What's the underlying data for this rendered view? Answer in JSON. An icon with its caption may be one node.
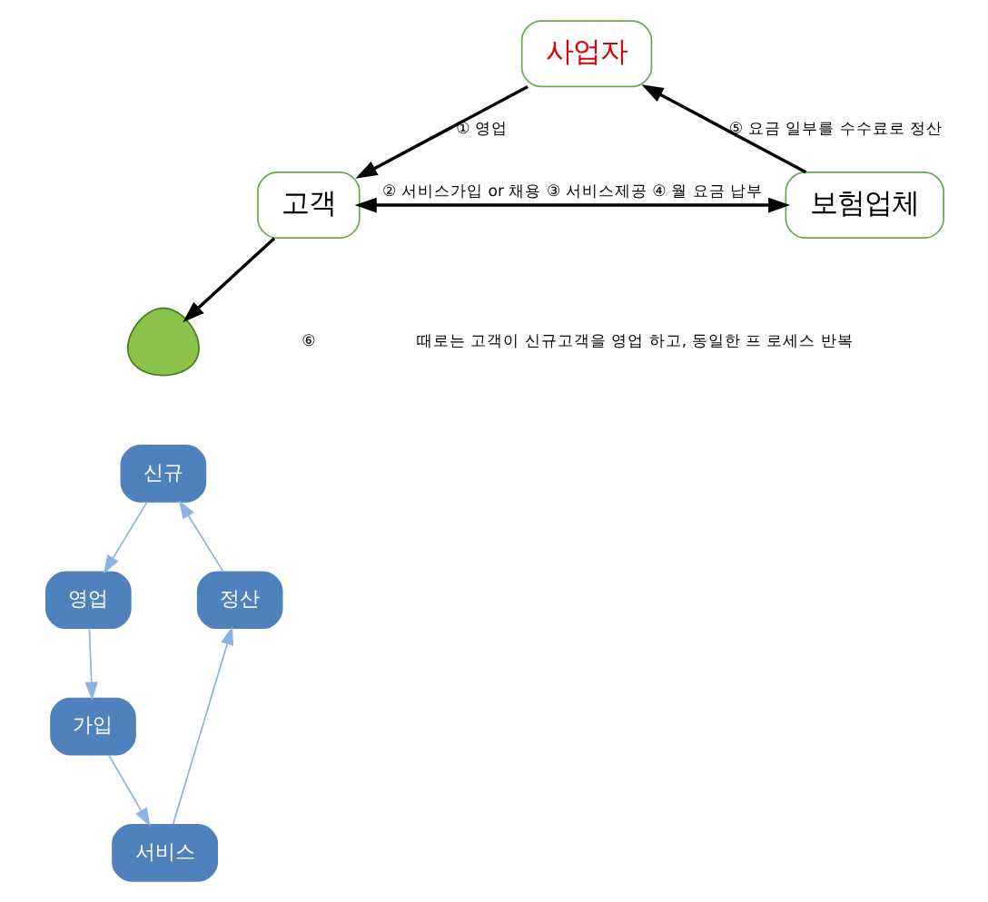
{
  "diagram": {
    "nodes": [
      {
        "text": [
          "사업자"
        ]
      },
      {
        "text": [
          "고객"
        ]
      },
      {
        "text": [
          "보험업체"
        ]
      },
      {
        "text": [],
        "shape": "person"
      },
      {
        "text": [
          "신규"
        ]
      },
      {
        "text": [
          "영업"
        ]
      },
      {
        "text": [
          "가입"
        ]
      },
      {
        "text": [
          "서비스"
        ]
      },
      {
        "text": [
          "정산"
        ]
      }
    ],
    "edges": [
      {
        "from": 0,
        "to": 1,
        "arrow": "to",
        "label": "① 영업",
        "color": "#000000"
      },
      {
        "from": 2,
        "to": 0,
        "arrow": "to",
        "label": "⑤ 요금 일부를 수수료로 정산",
        "color": "#000000"
      },
      {
        "from": 1,
        "to": 2,
        "arrow": "both",
        "label": "② 서비스가입 or 채용 ③ 서비스제공 ④ 월 요금 납부",
        "color": "#000000"
      },
      {
        "from": 1,
        "to": 3,
        "arrow": "to",
        "color": "#000000"
      },
      {
        "from": 4,
        "to": 5,
        "arrow": "to"
      },
      {
        "from": 5,
        "to": 6,
        "arrow": "to"
      },
      {
        "from": 6,
        "to": 7,
        "arrow": "to"
      },
      {
        "from": 7,
        "to": 8,
        "arrow": "to"
      },
      {
        "from": 8,
        "to": 4,
        "arrow": "to"
      }
    ],
    "labels": [
      "⑥",
      "때로는 고객이 신규고객을 영업 하고, 동일한 프 로세스 반복"
    ]
  }
}
